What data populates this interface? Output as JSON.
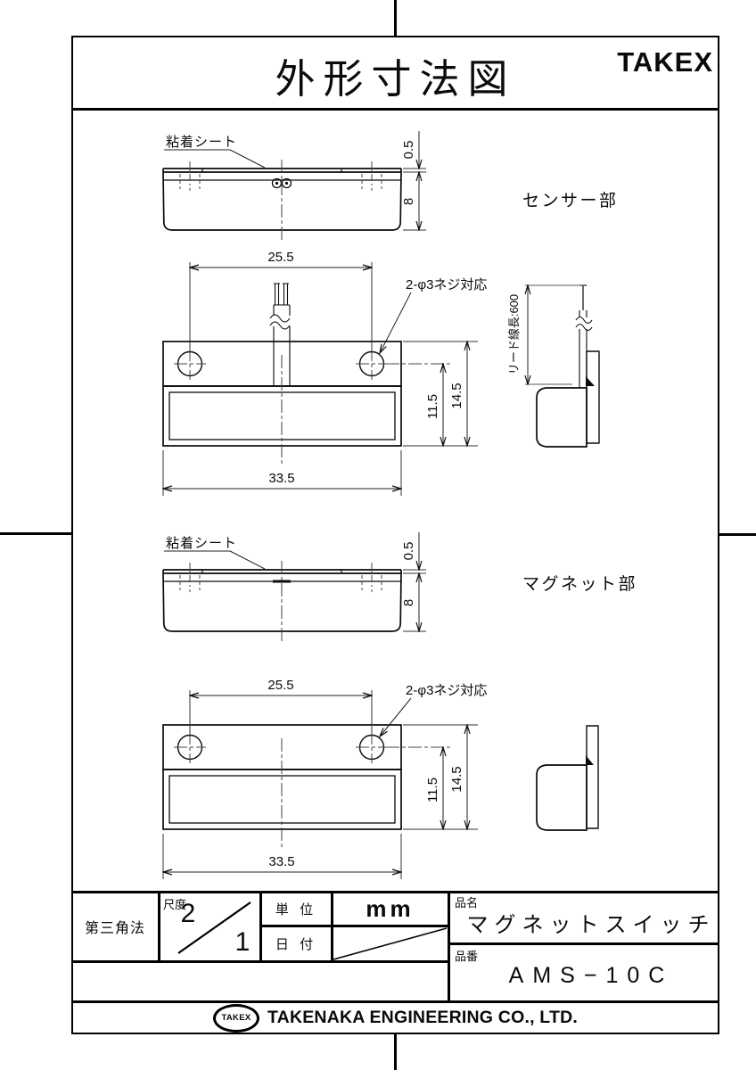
{
  "page": {
    "title": "外形寸法図",
    "brand": "TAKEX"
  },
  "views": {
    "sensor": {
      "label": "センサー部",
      "adhesive_label": "粘着シート",
      "dims": {
        "sheet": "0.5",
        "height": "8",
        "pitch": "25.5",
        "screw": "2-φ3ネジ対応",
        "inner": "11.5",
        "total": "14.5",
        "width": "33.5",
        "lead": "リード線長:600"
      }
    },
    "magnet": {
      "label": "マグネット部",
      "adhesive_label": "粘着シート",
      "dims": {
        "sheet": "0.5",
        "height": "8",
        "pitch": "25.5",
        "screw": "2-φ3ネジ対応",
        "inner": "11.5",
        "total": "14.5",
        "width": "33.5"
      }
    }
  },
  "title_block": {
    "projection": "第三角法",
    "scale_label": "尺度",
    "scale_num": "2",
    "scale_den": "1",
    "unit_label": "単 位",
    "unit_value": "mm",
    "date_label": "日 付",
    "name_label": "品名",
    "name_value": "マグネットスイッチ",
    "number_label": "品番",
    "number_value": "AMS−10C"
  },
  "footer": {
    "logo": "TAKEX",
    "company": "TAKENAKA ENGINEERING CO., LTD."
  }
}
